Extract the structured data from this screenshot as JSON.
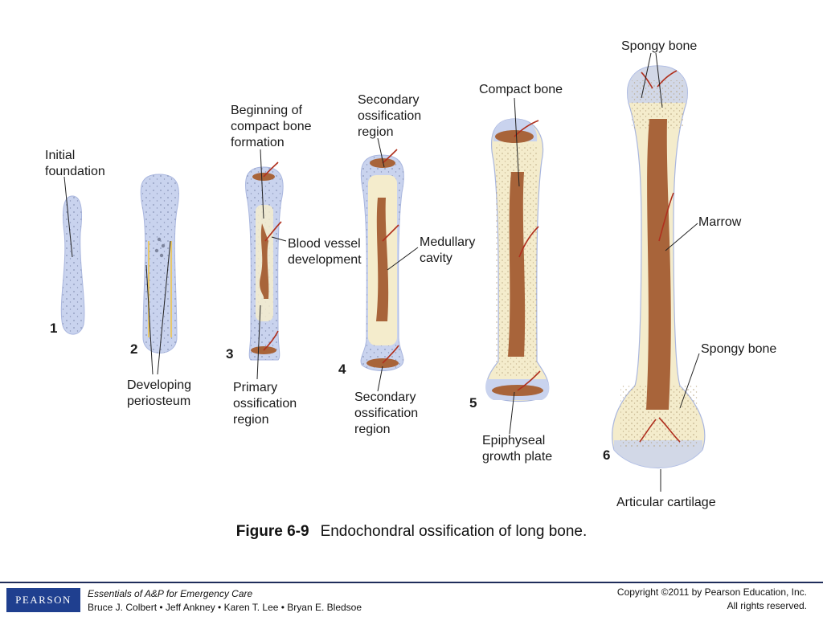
{
  "labels": {
    "initial_foundation": [
      "Initial",
      "foundation"
    ],
    "developing_periosteum": [
      "Developing",
      "periosteum"
    ],
    "beginning_compact": [
      "Beginning of",
      "compact bone",
      "formation"
    ],
    "blood_vessel": [
      "Blood vessel",
      "development"
    ],
    "primary_ossification": [
      "Primary",
      "ossification",
      "region"
    ],
    "secondary_top": [
      "Secondary",
      "ossification",
      "region"
    ],
    "medullary": [
      "Medullary",
      "cavity"
    ],
    "secondary_bottom": [
      "Secondary",
      "ossification",
      "region"
    ],
    "compact_bone": "Compact bone",
    "epiphyseal": [
      "Epiphyseal",
      "growth plate"
    ],
    "spongy_top": "Spongy bone",
    "marrow": "Marrow",
    "spongy_bottom": "Spongy bone",
    "articular": "Articular cartilage"
  },
  "stage_numbers": [
    "1",
    "2",
    "3",
    "4",
    "5",
    "6"
  ],
  "caption": {
    "figure": "Figure 6-9",
    "text": "Endochondral ossification of long bone."
  },
  "footer": {
    "logo": "PEARSON",
    "book_title": "Essentials of A&P for Emergency Care",
    "authors": "Bruce J. Colbert • Jeff Ankney • Karen T. Lee • Bryan E. Bledsoe",
    "copyright": "Copyright ©2011 by Pearson Education, Inc.",
    "rights": "All rights reserved."
  },
  "colors": {
    "cartilage": "#c9d3ee",
    "bone": "#f4eccc",
    "marrow": "#a8643a",
    "vessel": "#b0301e",
    "brand": "#1f3f8f"
  }
}
